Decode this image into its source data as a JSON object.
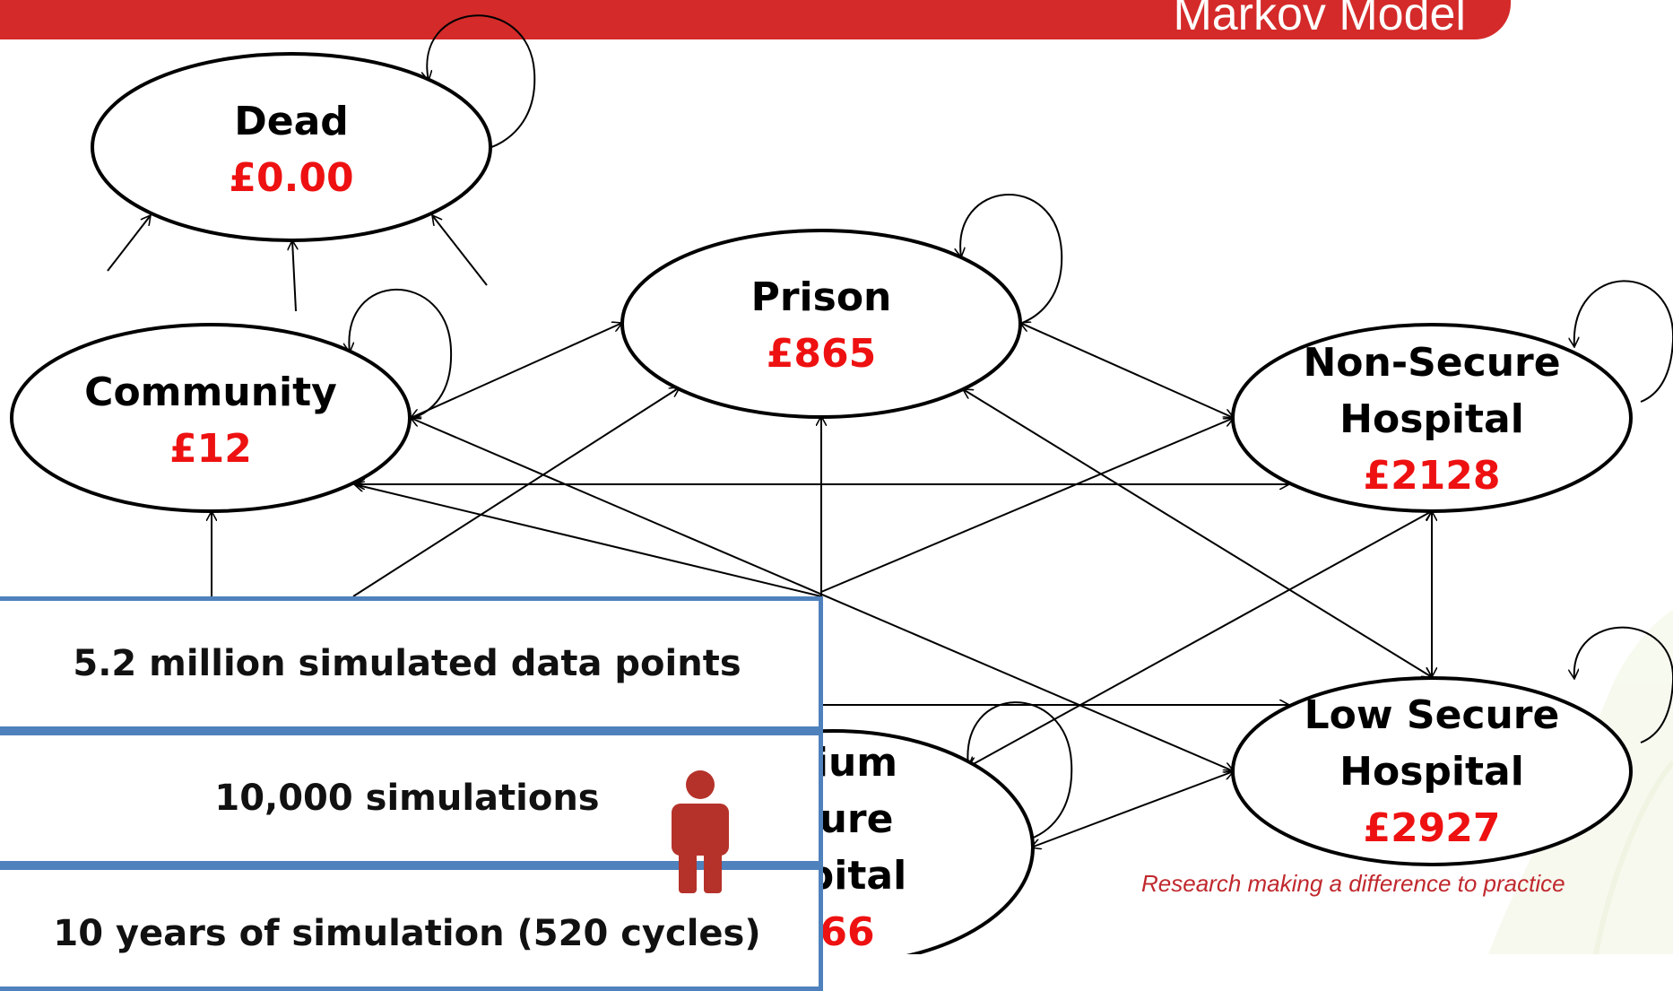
{
  "header": {
    "title": "Markov Model"
  },
  "nodes": {
    "dead": {
      "name": "Dead",
      "cost": "£0.00"
    },
    "prison": {
      "name": "Prison",
      "cost": "£865"
    },
    "community": {
      "name": "Community",
      "cost": "£12"
    },
    "non_secure": {
      "name_line1": "Non-Secure",
      "name_line2": "Hospital",
      "cost": "£2128"
    },
    "low_secure": {
      "name_line1": "Low Secure",
      "name_line2": "Hospital",
      "cost": "£2927"
    },
    "medium_secure": {
      "name_line1": "ium",
      "name_line2": "ure",
      "name_line3": "pital",
      "cost": "66"
    }
  },
  "info_boxes": {
    "data_points": "5.2 million simulated data points",
    "simulations": "10,000 simulations",
    "years": "10 years of simulation (520 cycles)"
  },
  "tagline": "Research making a difference to practice",
  "colors": {
    "header": "#d42a2a",
    "cost": "#ee1111",
    "box_border": "#4f81bd",
    "person_icon": "#b5322a",
    "tagline": "#c0282d"
  },
  "icons": {
    "person": "person-icon"
  }
}
